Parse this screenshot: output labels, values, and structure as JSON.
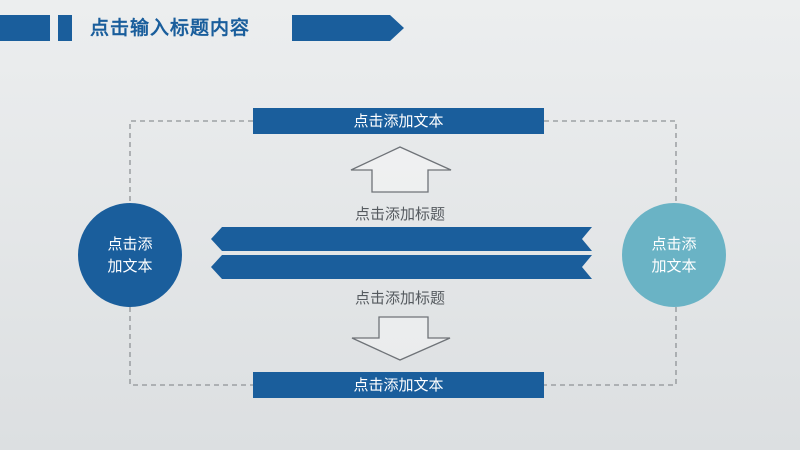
{
  "header": {
    "title": "点击输入标题内容"
  },
  "diagram": {
    "top_bar": "点击添加文本",
    "bottom_bar": "点击添加文本",
    "upper_title": "点击添加标题",
    "lower_title": "点击添加标题",
    "left_circle": {
      "line1": "点击添",
      "line2": "加文本"
    },
    "right_circle": {
      "line1": "点击添",
      "line2": "加文本"
    }
  },
  "colors": {
    "primary_blue": "#1a5e9c",
    "teal": "#6ab3c5",
    "dashed_line": "#8f9396",
    "arrow_outline": "#6f7378"
  }
}
